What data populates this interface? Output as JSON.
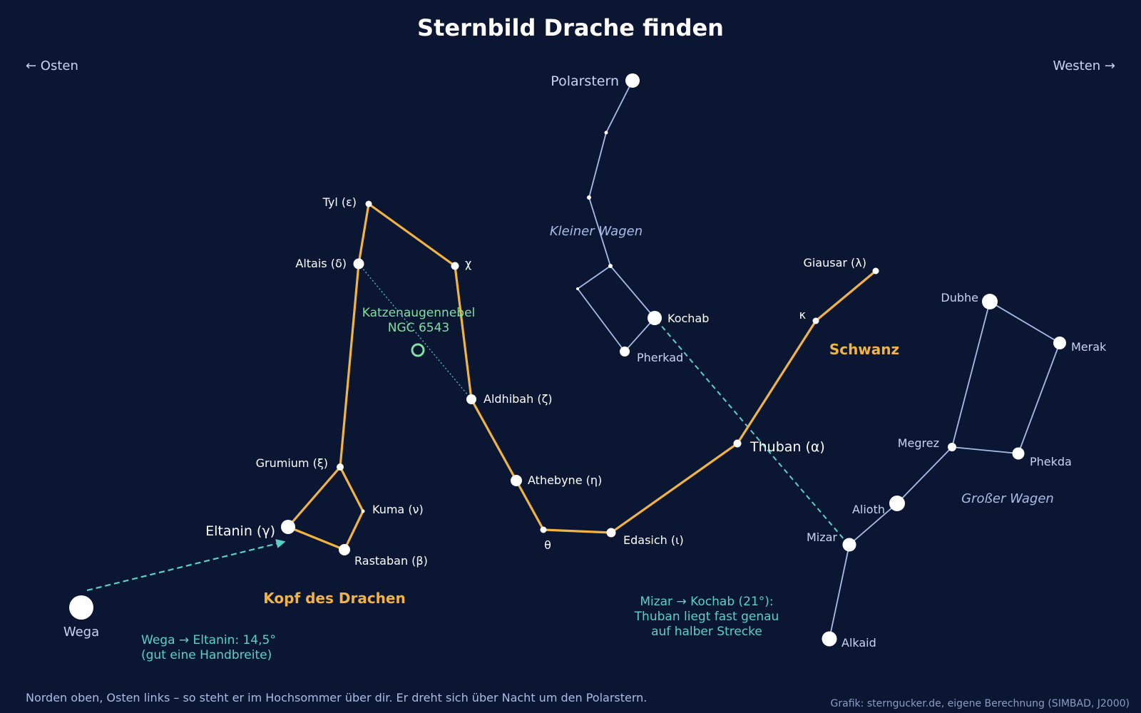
{
  "title": "Sternbild Drache finden",
  "compass": {
    "east": "← Osten",
    "west": "Westen →"
  },
  "colors": {
    "background": "#0b1633",
    "dragon_line": "#f2b441",
    "wagon_line": "#a9bce6",
    "pointer_line": "#5ad1c8",
    "nebula": "#7fe0a0",
    "star": "#ffffff",
    "label_light": "#ffffff",
    "label_muted": "#c9d4ee"
  },
  "stars": {
    "polaris": {
      "label": "Polarstern"
    },
    "kochab": {
      "label": "Kochab"
    },
    "pherkad": {
      "label": "Pherkad"
    },
    "tyl": {
      "label": "Tyl (ε)"
    },
    "altais": {
      "label": "Altais (δ)"
    },
    "chi": {
      "label": "χ"
    },
    "aldhibah": {
      "label": "Aldhibah (ζ)"
    },
    "athebyne": {
      "label": "Athebyne (η)"
    },
    "theta": {
      "label": "θ"
    },
    "edasich": {
      "label": "Edasich (ι)"
    },
    "thuban": {
      "label": "Thuban (α)"
    },
    "kappa": {
      "label": "κ"
    },
    "giausar": {
      "label": "Giausar (λ)"
    },
    "grumium": {
      "label": "Grumium (ξ)"
    },
    "kuma": {
      "label": "Kuma (ν)"
    },
    "eltanin": {
      "label": "Eltanin (γ)"
    },
    "rastaban": {
      "label": "Rastaban (β)"
    },
    "wega": {
      "label": "Wega"
    },
    "dubhe": {
      "label": "Dubhe"
    },
    "merak": {
      "label": "Merak"
    },
    "megrez": {
      "label": "Megrez"
    },
    "phekda": {
      "label": "Phekda"
    },
    "alioth": {
      "label": "Alioth"
    },
    "mizar": {
      "label": "Mizar"
    },
    "alkaid": {
      "label": "Alkaid"
    }
  },
  "regions": {
    "kleiner_wagen": "Kleiner Wagen",
    "grosser_wagen": "Großer Wagen",
    "schwanz": "Schwanz",
    "kopf": "Kopf des Drachen"
  },
  "nebula": {
    "line1": "Katzenaugennebel",
    "line2": "NGC 6543"
  },
  "notes": {
    "wega_line1": "Wega → Eltanin: 14,5°",
    "wega_line2": "(gut eine Handbreite)",
    "mizar_line1": "Mizar → Kochab (21°):",
    "mizar_line2": "Thuban liegt fast genau",
    "mizar_line3": "auf halber Strecke"
  },
  "footer": {
    "caption": "Norden oben, Osten links – so steht er im Hochsommer über dir. Er dreht sich über Nacht um den Polarstern.",
    "credit": "Grafik: sterngucker.de, eigene Berechnung (SIMBAD, J2000)"
  }
}
